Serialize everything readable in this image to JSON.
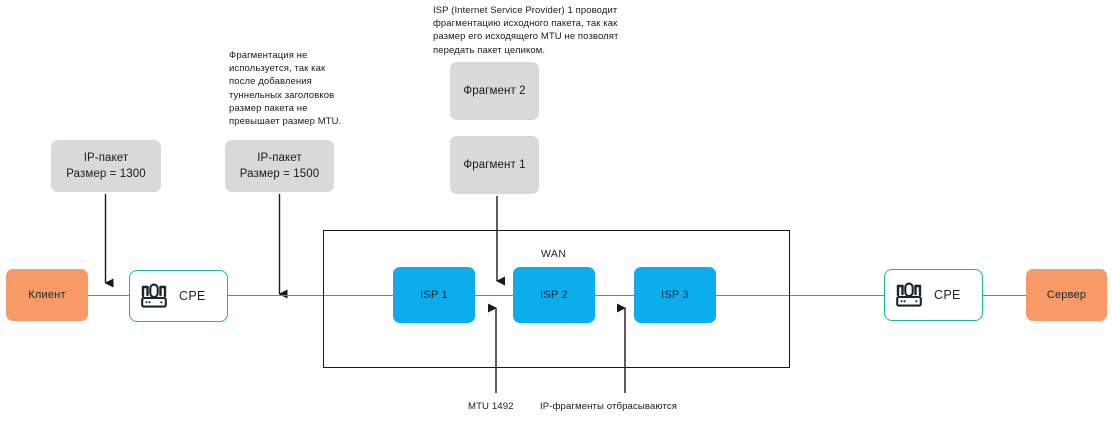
{
  "diagram": {
    "title": "MTU fragmentation across WAN",
    "colors": {
      "packet_box": "#d9d9d9",
      "isp_node": "#0cadec",
      "endpoint": "#f89a68",
      "cpe_border": "#18b7a6",
      "line": "#808080",
      "arrow": "#1a1a1a",
      "text": "#1a1a1a"
    }
  },
  "notes": [
    {
      "id": "note-tunnel",
      "text": "Фрагментация не\nиспользуется, так как\nпосле добавления\nтуннельных заголовков\nразмер пакета не\nпревышает размер MTU."
    },
    {
      "id": "note-isp1",
      "text": "ISP (Internet Service Provider) 1 проводит\nфрагментацию исходного пакета, так как\nразмер его исходящего MTU не позволят\nпередать пакет целиком."
    }
  ],
  "packets": [
    {
      "id": "packet-1300",
      "title": "IP-пакет",
      "size_line": "Размер = 1300"
    },
    {
      "id": "packet-1500",
      "title": "IP-пакет",
      "size_line": "Размер = 1500"
    }
  ],
  "fragments": [
    {
      "id": "fragment-2",
      "label": "Фрагмент 2"
    },
    {
      "id": "fragment-1",
      "label": "Фрагмент 1"
    }
  ],
  "endpoints": {
    "client": "Клиент",
    "server": "Сервер"
  },
  "cpe": {
    "left_label": "CPE",
    "right_label": "CPE"
  },
  "wan": {
    "label": "WAN",
    "nodes": [
      {
        "id": "isp-1",
        "label": "ISP 1"
      },
      {
        "id": "isp-2",
        "label": "ISP 2"
      },
      {
        "id": "isp-3",
        "label": "ISP 3"
      }
    ]
  },
  "captions": [
    {
      "id": "caption-mtu",
      "text": "MTU 1492"
    },
    {
      "id": "caption-drop",
      "text": "IP-фрагменты отбрасываются"
    }
  ]
}
